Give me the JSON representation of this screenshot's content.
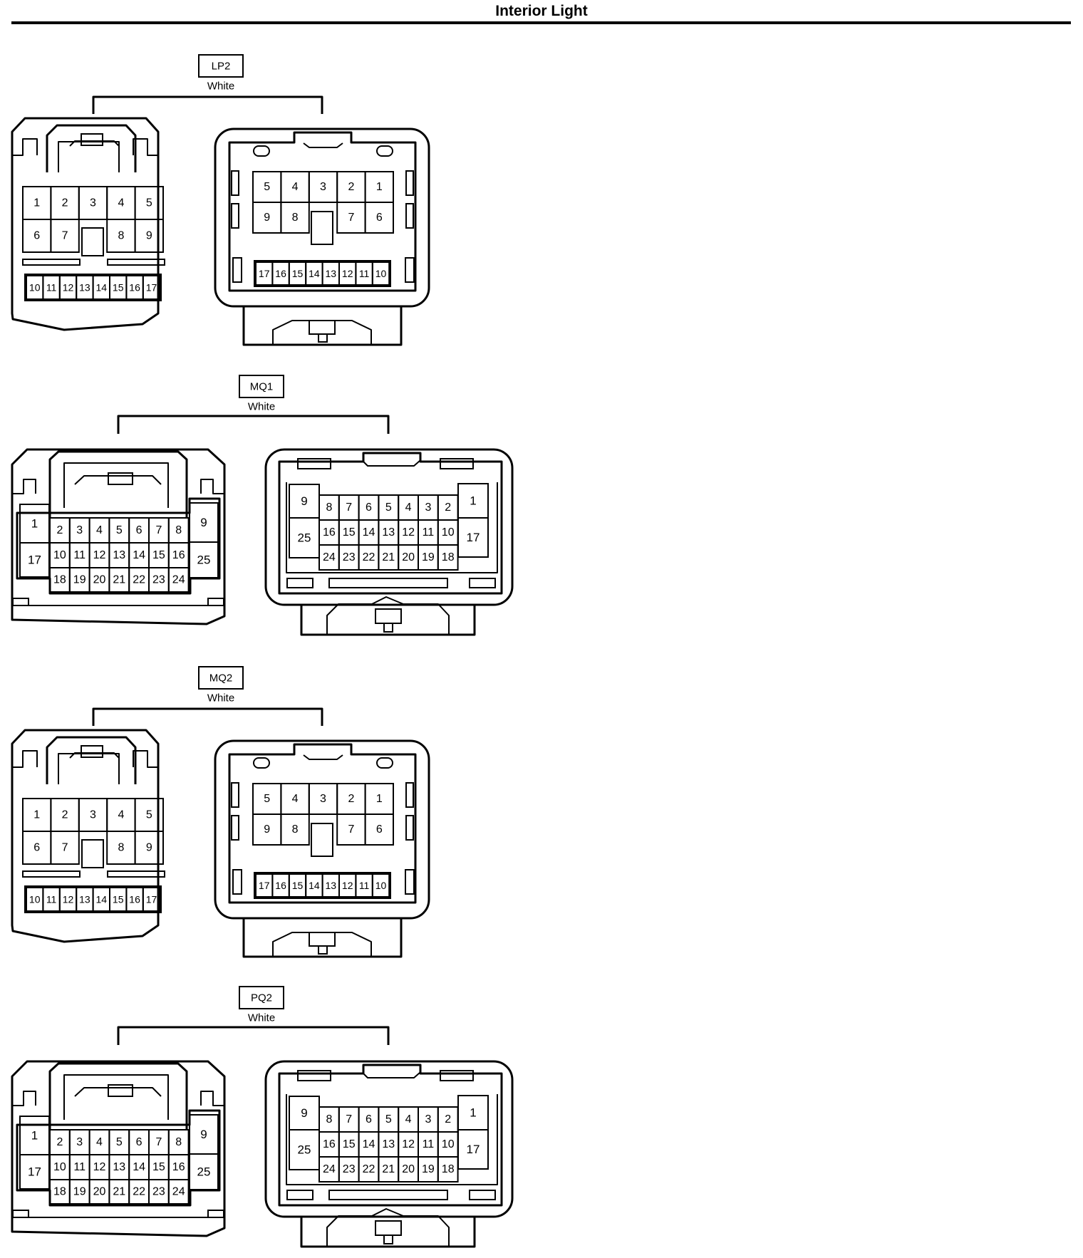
{
  "title": "Interior Light",
  "connectors": [
    {
      "code": "LP2",
      "color": "White",
      "type": "17-pin",
      "male_rows": [
        [
          "1",
          "2",
          "3",
          "4",
          "5"
        ],
        [
          "6",
          "7",
          "8",
          "9"
        ],
        [
          "10",
          "11",
          "12",
          "13",
          "14",
          "15",
          "16",
          "17"
        ]
      ],
      "female_rows": [
        [
          "5",
          "4",
          "3",
          "2",
          "1"
        ],
        [
          "9",
          "8",
          "7",
          "6"
        ],
        [
          "17",
          "16",
          "15",
          "14",
          "13",
          "12",
          "11",
          "10"
        ]
      ]
    },
    {
      "code": "MQ1",
      "color": "White",
      "type": "25-pin",
      "male_rows": [
        [
          "1",
          "17"
        ],
        [
          "2",
          "3",
          "4",
          "5",
          "6",
          "7",
          "8"
        ],
        [
          "10",
          "11",
          "12",
          "13",
          "14",
          "15",
          "16"
        ],
        [
          "18",
          "19",
          "20",
          "21",
          "22",
          "23",
          "24"
        ],
        [
          "9",
          "25"
        ]
      ],
      "female_rows": [
        [
          "9",
          "25"
        ],
        [
          "8",
          "7",
          "6",
          "5",
          "4",
          "3",
          "2"
        ],
        [
          "16",
          "15",
          "14",
          "13",
          "12",
          "11",
          "10"
        ],
        [
          "24",
          "23",
          "22",
          "21",
          "20",
          "19",
          "18"
        ],
        [
          "1",
          "17"
        ]
      ]
    },
    {
      "code": "MQ2",
      "color": "White",
      "type": "17-pin",
      "male_rows": [
        [
          "1",
          "2",
          "3",
          "4",
          "5"
        ],
        [
          "6",
          "7",
          "8",
          "9"
        ],
        [
          "10",
          "11",
          "12",
          "13",
          "14",
          "15",
          "16",
          "17"
        ]
      ],
      "female_rows": [
        [
          "5",
          "4",
          "3",
          "2",
          "1"
        ],
        [
          "9",
          "8",
          "7",
          "6"
        ],
        [
          "17",
          "16",
          "15",
          "14",
          "13",
          "12",
          "11",
          "10"
        ]
      ]
    },
    {
      "code": "PQ2",
      "color": "White",
      "type": "25-pin",
      "male_rows": [
        [
          "1",
          "17"
        ],
        [
          "2",
          "3",
          "4",
          "5",
          "6",
          "7",
          "8"
        ],
        [
          "10",
          "11",
          "12",
          "13",
          "14",
          "15",
          "16"
        ],
        [
          "18",
          "19",
          "20",
          "21",
          "22",
          "23",
          "24"
        ],
        [
          "9",
          "25"
        ]
      ],
      "female_rows": [
        [
          "9",
          "25"
        ],
        [
          "8",
          "7",
          "6",
          "5",
          "4",
          "3",
          "2"
        ],
        [
          "16",
          "15",
          "14",
          "13",
          "12",
          "11",
          "10"
        ],
        [
          "24",
          "23",
          "22",
          "21",
          "20",
          "19",
          "18"
        ],
        [
          "1",
          "17"
        ]
      ]
    }
  ]
}
